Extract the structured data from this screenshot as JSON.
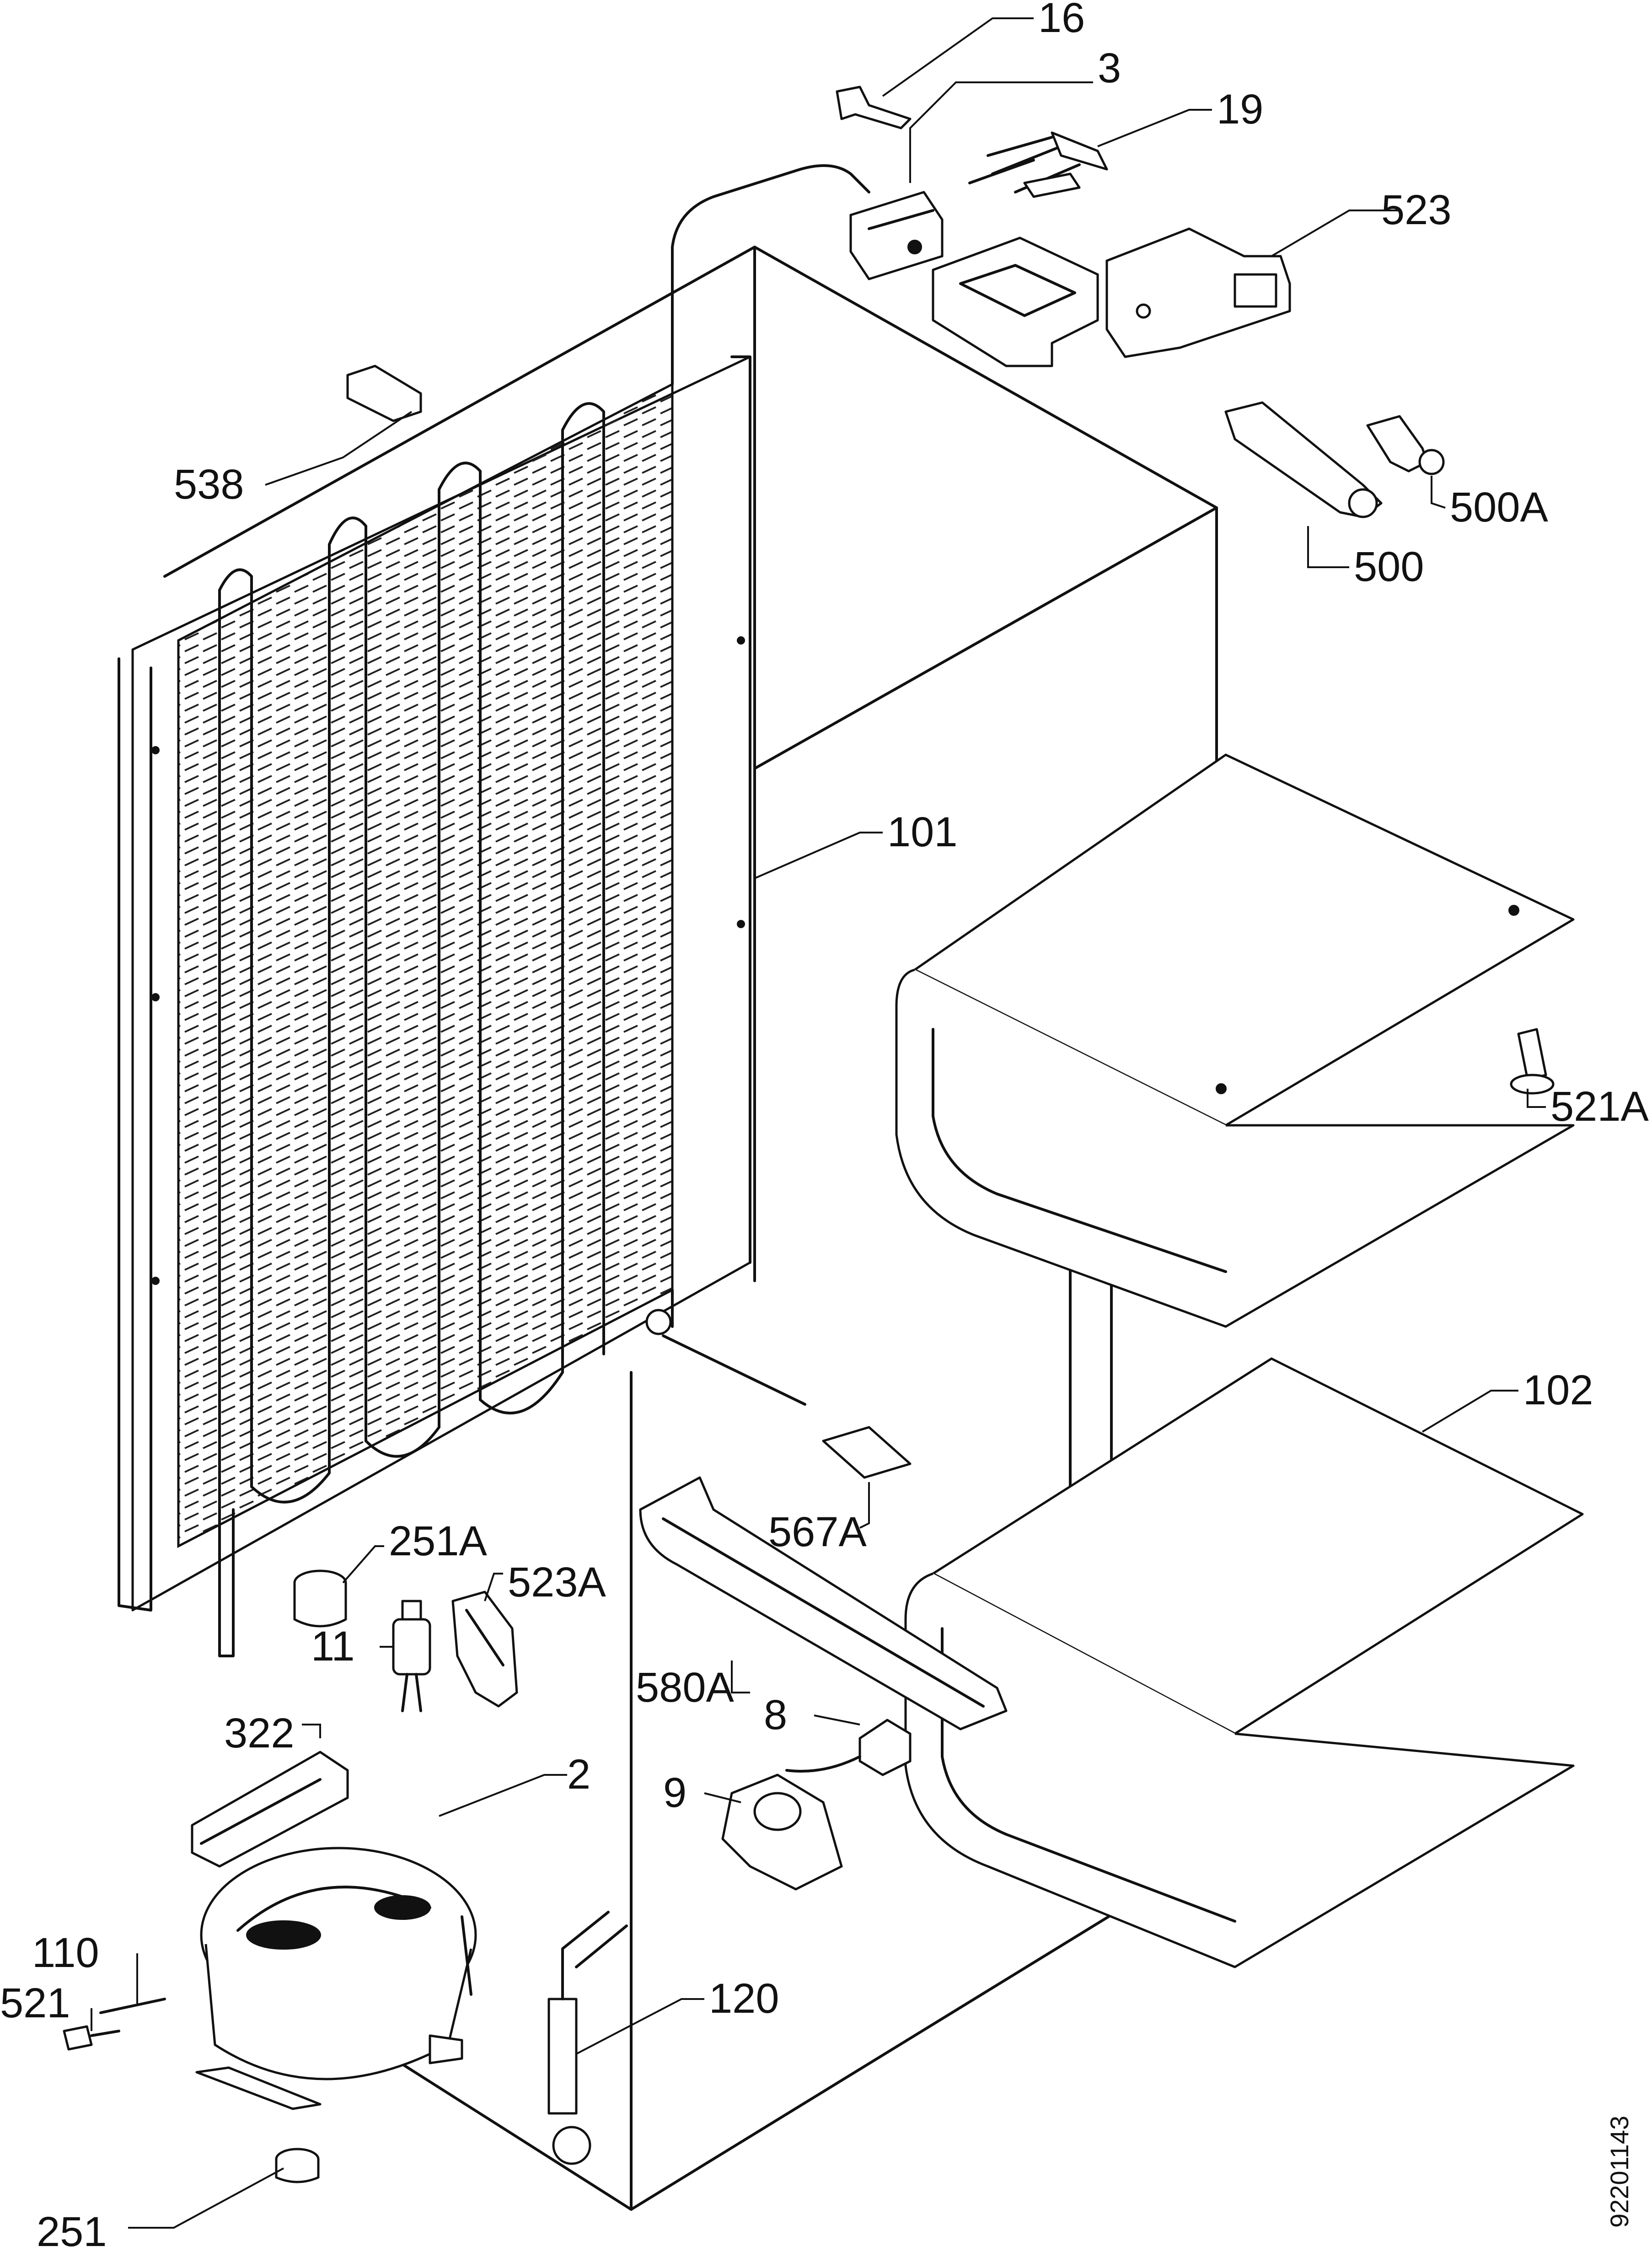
{
  "labels": {
    "p16": "16",
    "p3": "3",
    "p19": "19",
    "p523": "523",
    "p538": "538",
    "p500A": "500A",
    "p500": "500",
    "p101": "101",
    "p521A": "521A",
    "p102": "102",
    "p251A": "251A",
    "p523A": "523A",
    "p11": "11",
    "p567A": "567A",
    "p580A": "580A",
    "p8": "8",
    "p9": "9",
    "p322": "322",
    "p2": "2",
    "p110": "110",
    "p521": "521",
    "p120": "120",
    "p251": "251"
  },
  "drawing_code": "92201143"
}
